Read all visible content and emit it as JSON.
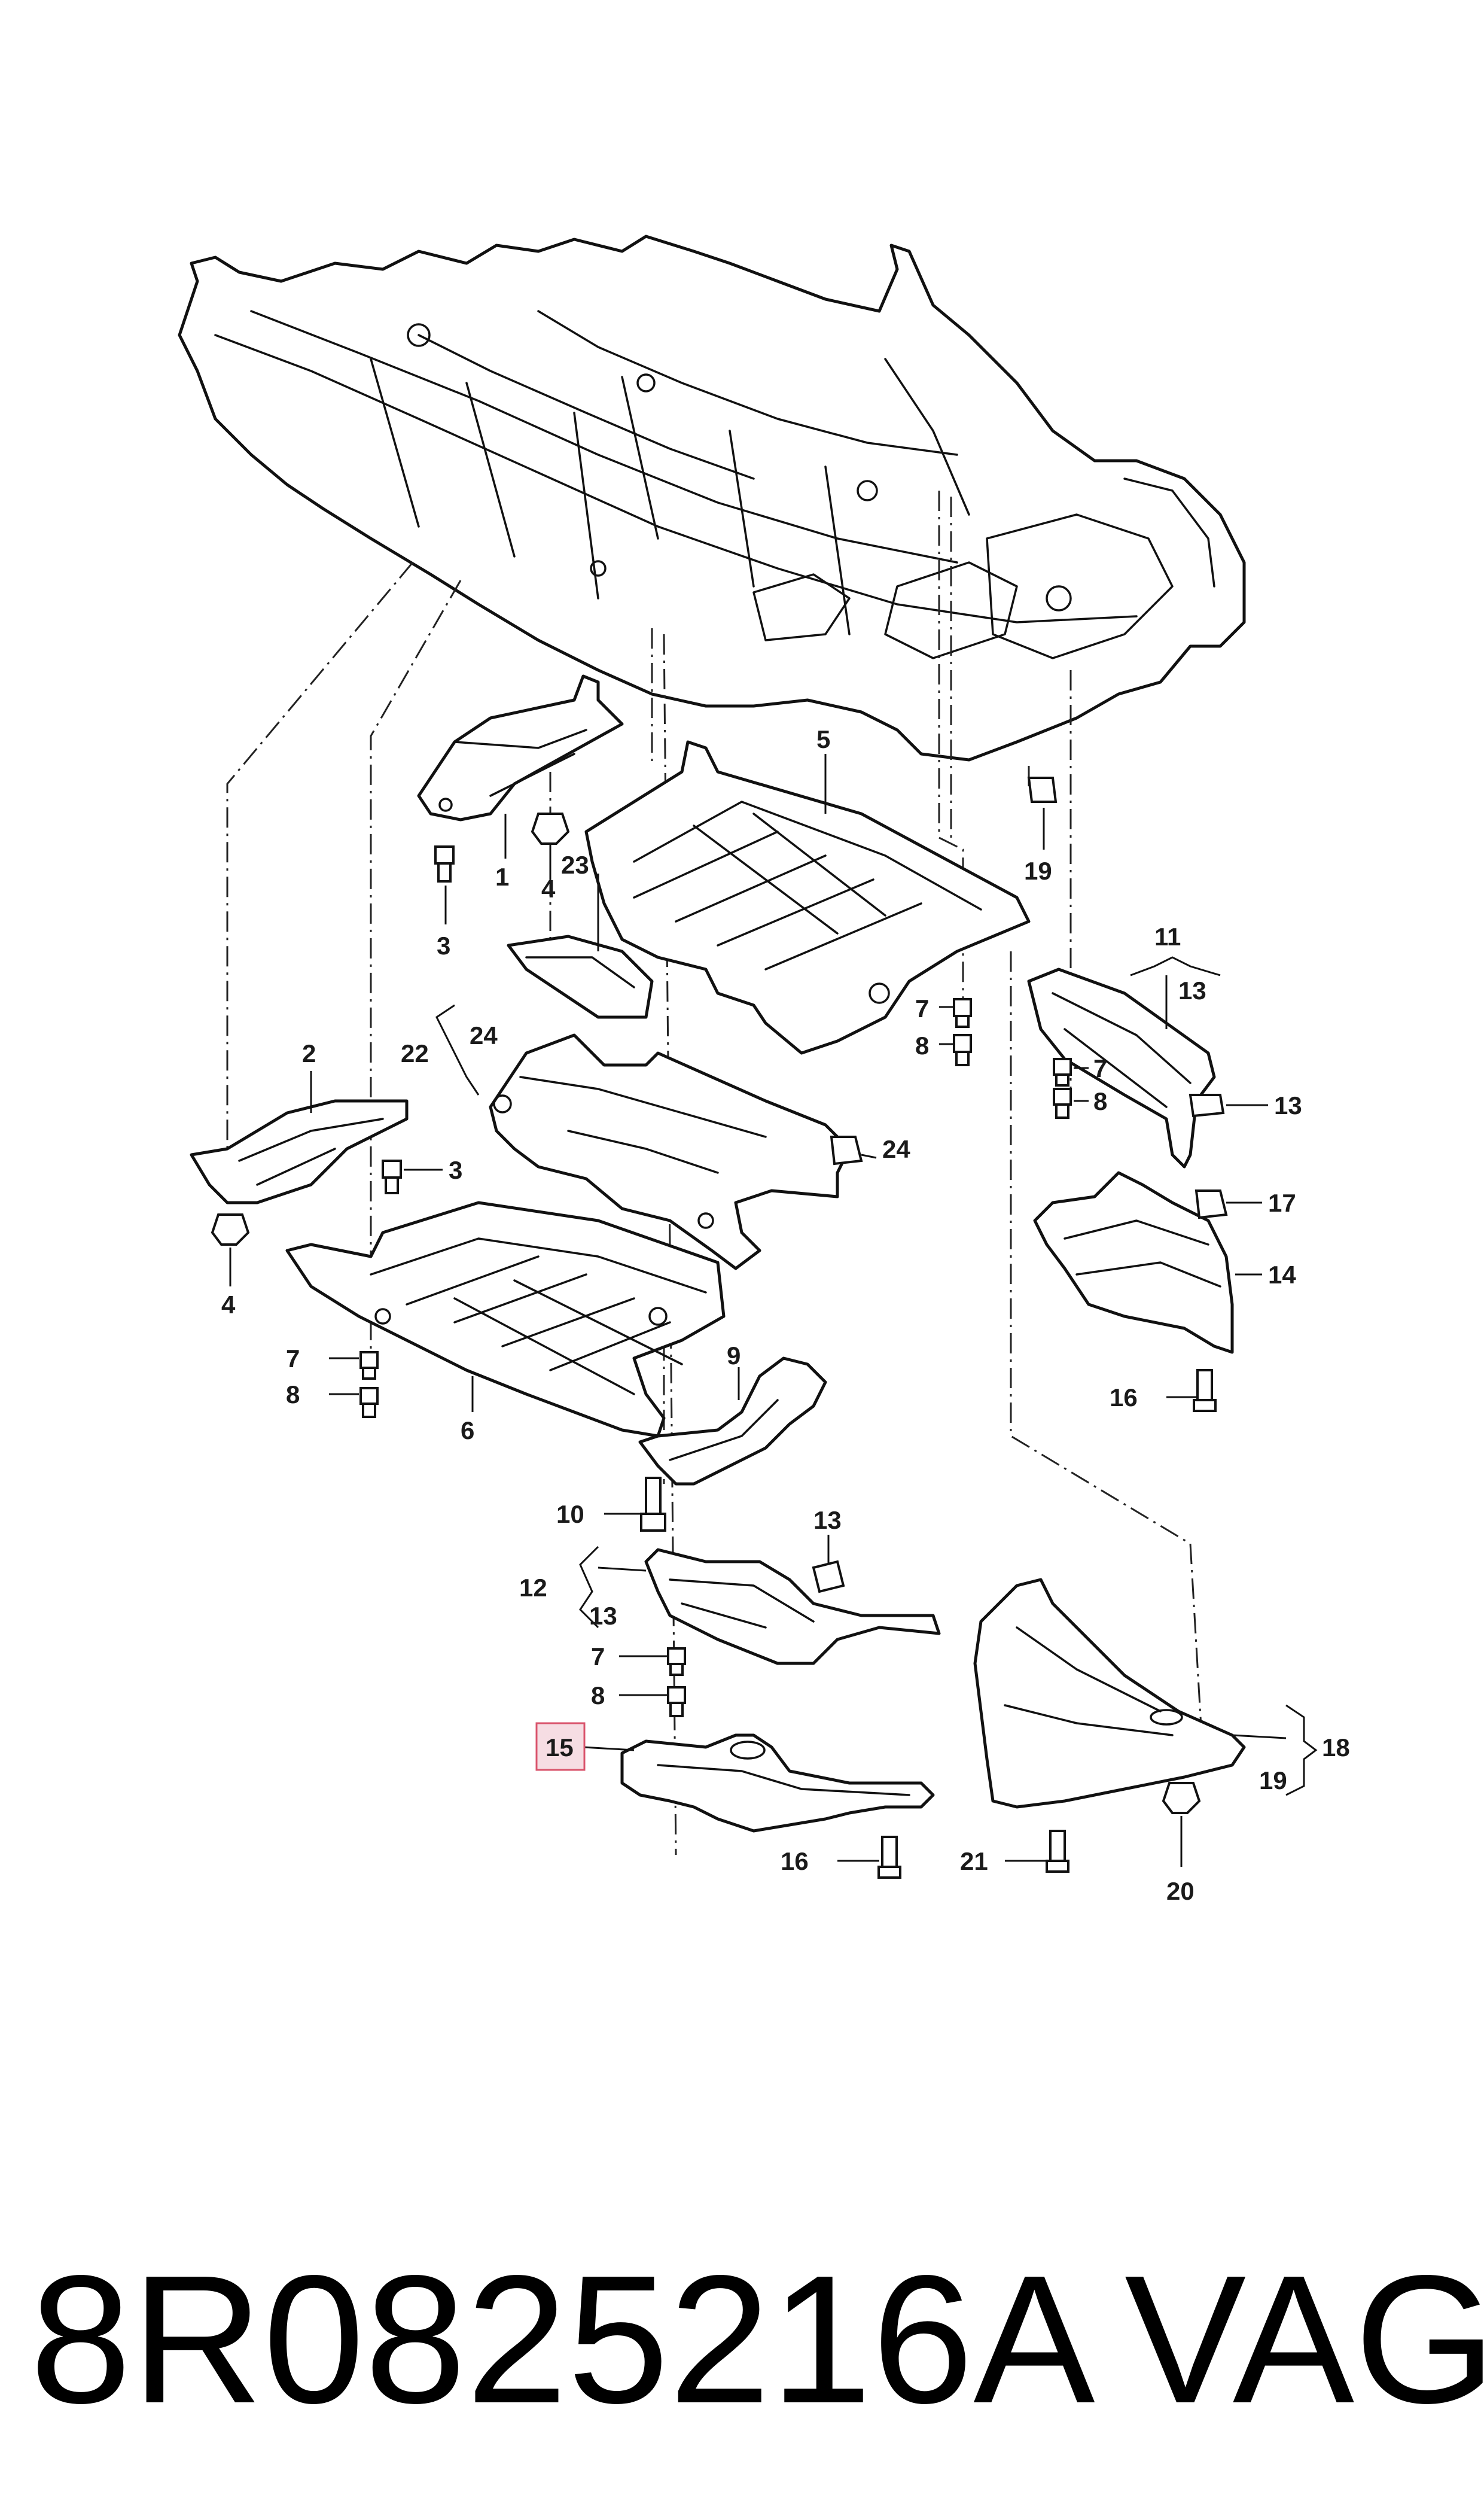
{
  "callouts": [
    {
      "id": "c1",
      "label": "1"
    },
    {
      "id": "c4a",
      "label": "4"
    },
    {
      "id": "c23",
      "label": "23"
    },
    {
      "id": "c5",
      "label": "5"
    },
    {
      "id": "c19a",
      "label": "19"
    },
    {
      "id": "c3a",
      "label": "3"
    },
    {
      "id": "c11",
      "label": "11"
    },
    {
      "id": "c13a",
      "label": "13"
    },
    {
      "id": "c7a",
      "label": "7"
    },
    {
      "id": "c8a",
      "label": "8"
    },
    {
      "id": "c2",
      "label": "2"
    },
    {
      "id": "c24a",
      "label": "24"
    },
    {
      "id": "c22",
      "label": "22"
    },
    {
      "id": "c7b",
      "label": "7"
    },
    {
      "id": "c8b",
      "label": "8"
    },
    {
      "id": "c13b",
      "label": "13"
    },
    {
      "id": "c3b",
      "label": "3"
    },
    {
      "id": "c24b",
      "label": "24"
    },
    {
      "id": "c17",
      "label": "17"
    },
    {
      "id": "c14",
      "label": "14"
    },
    {
      "id": "c4b",
      "label": "4"
    },
    {
      "id": "c7c",
      "label": "7"
    },
    {
      "id": "c8c",
      "label": "8"
    },
    {
      "id": "c6",
      "label": "6"
    },
    {
      "id": "c9",
      "label": "9"
    },
    {
      "id": "c16a",
      "label": "16"
    },
    {
      "id": "c10",
      "label": "10"
    },
    {
      "id": "c13c",
      "label": "13"
    },
    {
      "id": "c12",
      "label": "12"
    },
    {
      "id": "c13d",
      "label": "13"
    },
    {
      "id": "c7d",
      "label": "7"
    },
    {
      "id": "c8d",
      "label": "8"
    },
    {
      "id": "c15",
      "label": "15"
    },
    {
      "id": "c18",
      "label": "18"
    },
    {
      "id": "c19b",
      "label": "19"
    },
    {
      "id": "c16b",
      "label": "16"
    },
    {
      "id": "c21",
      "label": "21"
    },
    {
      "id": "c20",
      "label": "20"
    }
  ],
  "caption": {
    "part_number": "8R0825216A",
    "brand": "VAG"
  },
  "highlight": {
    "fill": "#f6dde3",
    "stroke": "#d9536b"
  }
}
